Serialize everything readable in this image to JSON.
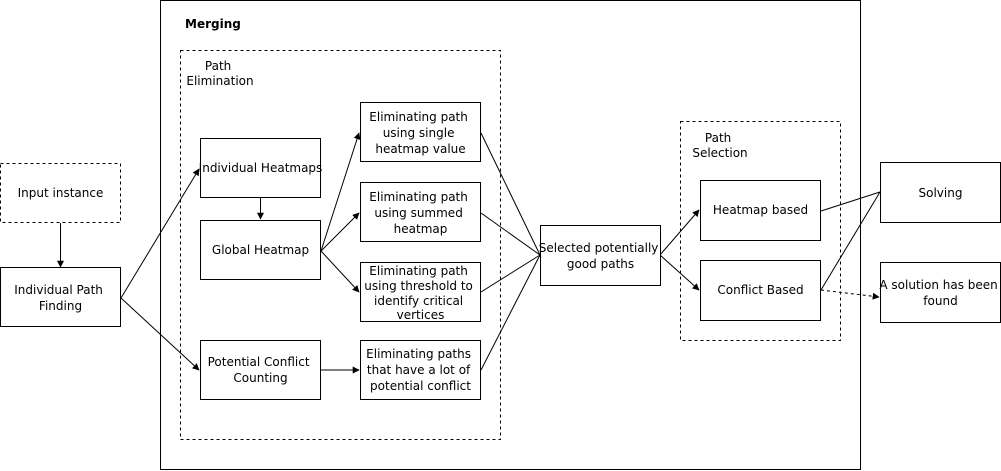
{
  "containers": {
    "merging": "Merging",
    "path_elimination": [
      "Path",
      "Elimination"
    ],
    "path_selection": [
      "Path",
      "Selection"
    ]
  },
  "nodes": {
    "input_instance": [
      "Input instance"
    ],
    "individual_path_finding": [
      "Individual Path",
      "Finding"
    ],
    "individual_heatmaps": [
      "Individual Heatmaps"
    ],
    "global_heatmap": [
      "Global Heatmap"
    ],
    "potential_conflict_counting": [
      "Potential Conflict",
      "Counting"
    ],
    "elim_single": [
      "Eliminating path",
      "using single",
      "heatmap value"
    ],
    "elim_summed": [
      "Eliminating path",
      "using summed",
      "heatmap"
    ],
    "elim_threshold": [
      "Eliminating path",
      "using threshold to",
      "identify critical",
      "vertices"
    ],
    "elim_conflict": [
      "Eliminating paths",
      "that have a lot of",
      "potential conflict"
    ],
    "selected_paths": [
      "Selected potentially",
      "good paths"
    ],
    "heatmap_based": [
      "Heatmap based"
    ],
    "conflict_based": [
      "Conflict Based"
    ],
    "solving": [
      "Solving"
    ],
    "solution_found": [
      "A solution has been",
      "found"
    ]
  }
}
